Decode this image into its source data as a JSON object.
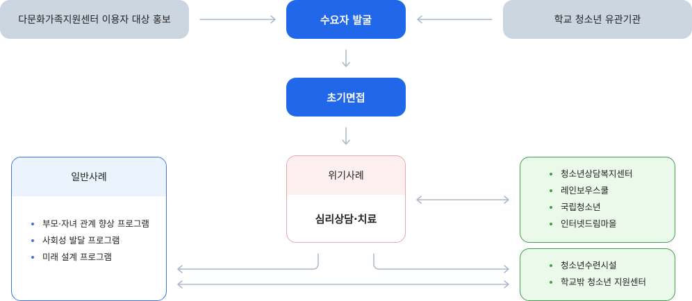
{
  "nodes": {
    "promo": "다문화가족지원센터 이용자 대상 홍보",
    "discovery": "수요자 발굴",
    "schools": "학교 청소년 유관기관",
    "interview": "초기면접"
  },
  "general_case": {
    "title": "일반사례",
    "items": [
      "부모·자녀 관계 향상 프로그램",
      "사회성 발달 프로그램",
      "미래 설계 프로그램"
    ]
  },
  "crisis_case": {
    "title": "위기사례",
    "body": "심리상담·치료"
  },
  "partners_top": [
    "청소년상담복지센터",
    "레인보우스쿨",
    "국립청소년",
    "인터넷드림마을"
  ],
  "partners_bottom": [
    "청소년수련시설",
    "학교밖 청소년 지원센터"
  ],
  "colors": {
    "primary": "#2167ea",
    "gray_node": "#ccd6e1",
    "green": "#3f9e4a",
    "pink": "#e8a6aa",
    "connector": "#a9b8cc"
  }
}
